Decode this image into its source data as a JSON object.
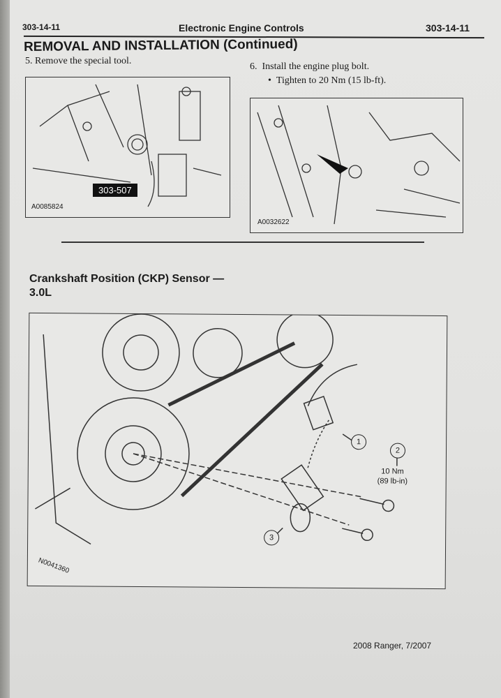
{
  "header": {
    "left_code": "303-14-11",
    "title": "Electronic Engine Controls",
    "right_code": "303-14-11"
  },
  "section_title": "REMOVAL AND INSTALLATION (Continued)",
  "steps": [
    {
      "number": "5.",
      "text": "Remove the special tool."
    },
    {
      "number": "6.",
      "text": "Install the engine plug bolt.",
      "bullet": "Tighten to 20 Nm (15 lb-ft)."
    }
  ],
  "figures": {
    "fig1": {
      "id": "A0085824",
      "tool_tag": "303-507"
    },
    "fig2": {
      "id": "A0032622"
    },
    "fig3": {
      "id": "N0041360",
      "callouts": [
        "1",
        "2",
        "3"
      ],
      "torque": [
        "10 Nm",
        "(89 lb-in)"
      ]
    }
  },
  "subsection_title": [
    "Crankshaft Position (CKP) Sensor —",
    "3.0L"
  ],
  "footer": "2008 Ranger, 7/2007"
}
